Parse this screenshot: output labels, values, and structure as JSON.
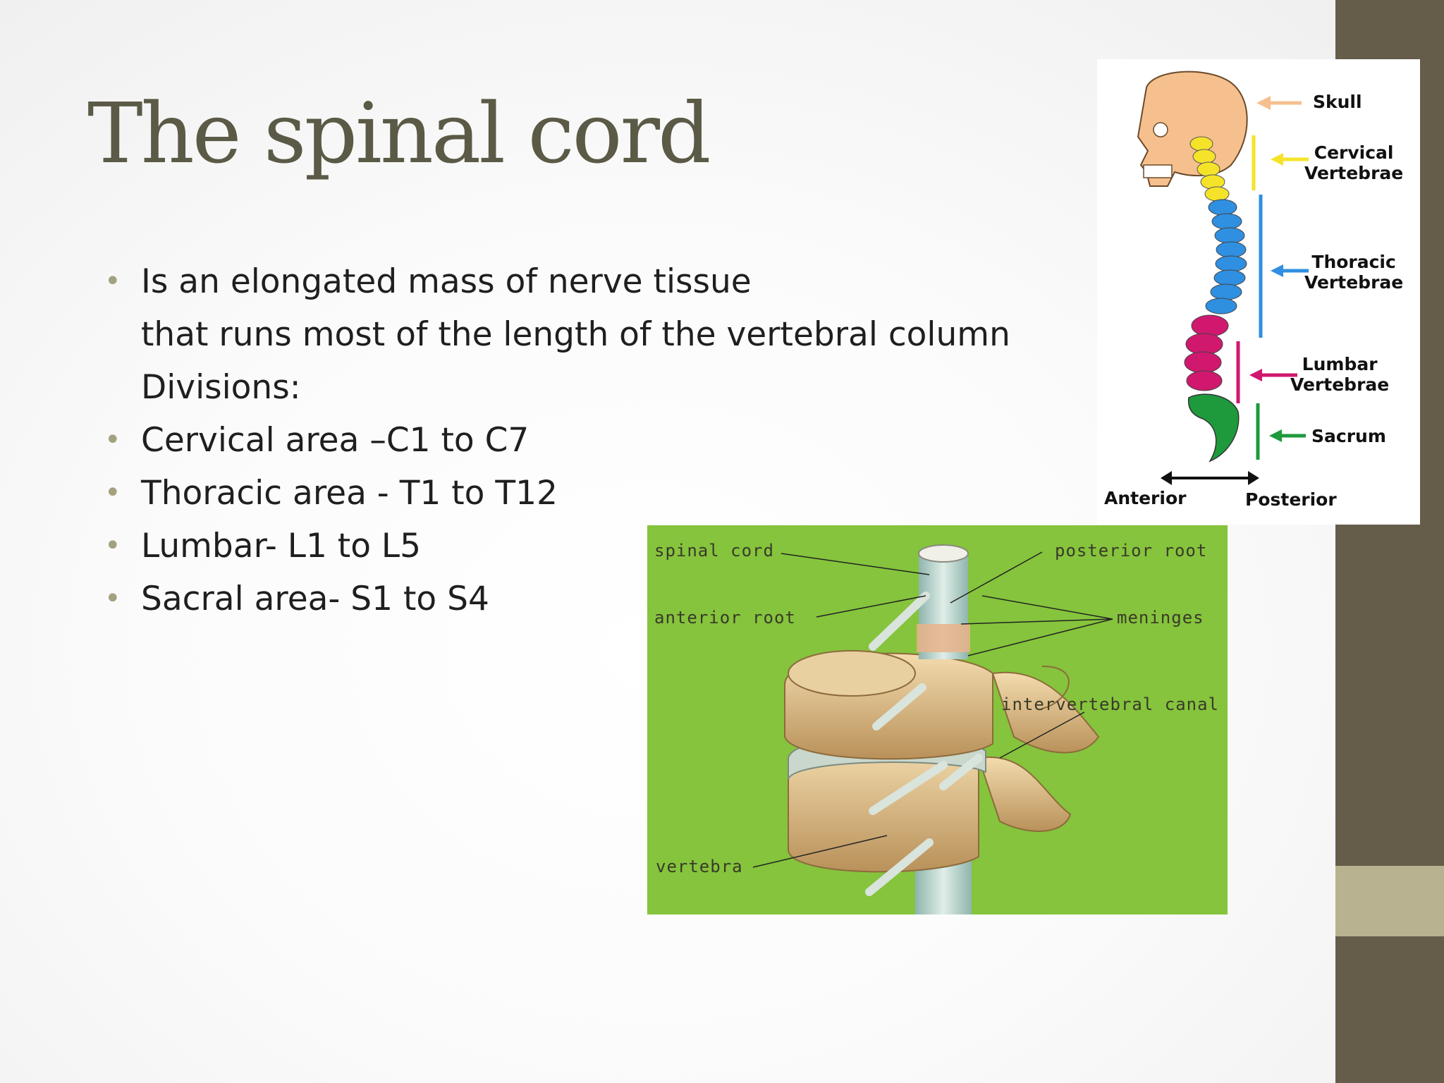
{
  "title": "The spinal cord",
  "bullets": [
    {
      "lines": [
        "Is an elongated mass of nerve tissue",
        "that runs most of the length of the vertebral column",
        "Divisions:"
      ]
    },
    {
      "lines": [
        "Cervical area –C1 to C7"
      ]
    },
    {
      "lines": [
        "Thoracic area - T1 to T12"
      ]
    },
    {
      "lines": [
        "Lumbar- L1 to L5"
      ]
    },
    {
      "lines": [
        "Sacral area- S1 to S4"
      ]
    }
  ],
  "spine_diagram": {
    "skull": "Skull",
    "cervical": [
      "Cervical",
      "Vertebrae"
    ],
    "thoracic": [
      "Thoracic",
      "Vertebrae"
    ],
    "lumbar": [
      "Lumbar",
      "Vertebrae"
    ],
    "sacrum": "Sacrum",
    "anterior": "Anterior",
    "posterior": "Posterior"
  },
  "vertebra_diagram": {
    "spinal_cord": "spinal cord",
    "posterior_root": "posterior root",
    "anterior_root": "anterior root",
    "meninges": "meninges",
    "intervertebral_canal": "intervertebral canal",
    "vertebra": "vertebra"
  },
  "colors": {
    "accent_bar": "#665c4a",
    "accent_band": "#b8b290",
    "title": "#5b5a46",
    "bullet": "#a4a17f",
    "cervical": "#f5e32a",
    "thoracic": "#2f8fe0",
    "lumbar": "#d0186e",
    "sacrum": "#1e9a3c",
    "skull": "#f6c08e",
    "panel_green": "#85c43c"
  }
}
